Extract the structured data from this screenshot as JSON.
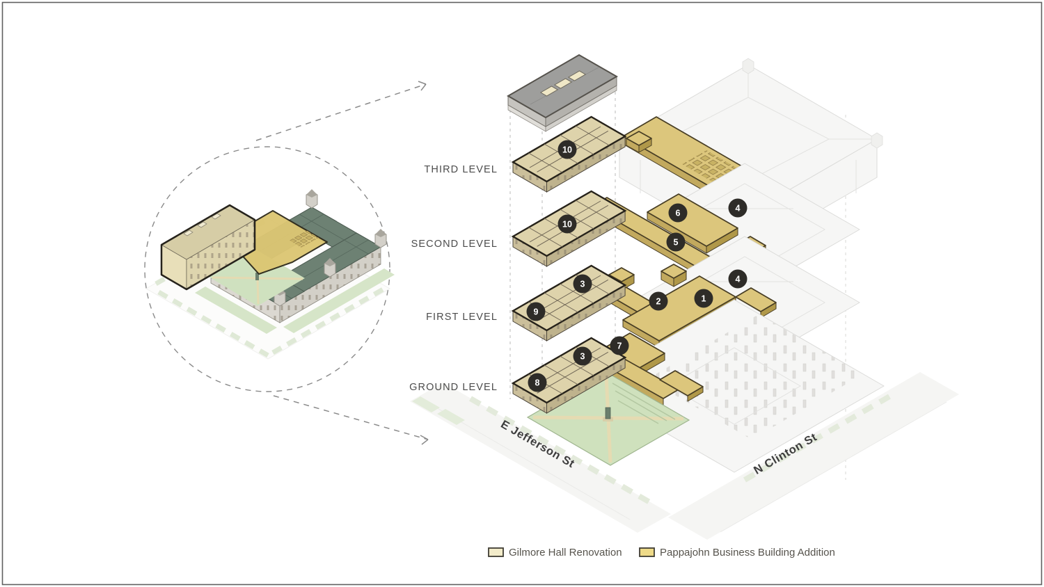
{
  "figure": {
    "kind": "exploded-axonometric-architecture-diagram",
    "subject": "Gilmore Hall Renovation and Pappajohn Business Building Addition"
  },
  "levels": [
    {
      "id": "third",
      "label": "THIRD LEVEL"
    },
    {
      "id": "second",
      "label": "SECOND LEVEL"
    },
    {
      "id": "first",
      "label": "FIRST LEVEL"
    },
    {
      "id": "ground",
      "label": "GROUND LEVEL"
    }
  ],
  "markers": [
    {
      "number": "10",
      "level": "third"
    },
    {
      "number": "10",
      "level": "second"
    },
    {
      "number": "6",
      "level": "second"
    },
    {
      "number": "5",
      "level": "second"
    },
    {
      "number": "4",
      "level": "second"
    },
    {
      "number": "3",
      "level": "first"
    },
    {
      "number": "9",
      "level": "first"
    },
    {
      "number": "2",
      "level": "first"
    },
    {
      "number": "1",
      "level": "first"
    },
    {
      "number": "4",
      "level": "first"
    },
    {
      "number": "3",
      "level": "ground"
    },
    {
      "number": "8",
      "level": "ground"
    },
    {
      "number": "7",
      "level": "ground"
    }
  ],
  "streets": {
    "jefferson": "E Jefferson St",
    "clinton": "N Clinton St"
  },
  "legend": [
    {
      "label": "Gilmore Hall Renovation",
      "color": "#f3ecca"
    },
    {
      "label": "Pappajohn Business Building Addition",
      "color": "#eeda88"
    }
  ],
  "colors": {
    "addition_yellow": "#dcc67c",
    "gilmore_cream": "#ded3ab",
    "roof_gray": "#9e9e9c",
    "overview_roof_green": "#6d8173",
    "ghost_gray": "#f6f6f5",
    "lawn_green": "#cfe1bd",
    "marker_dark": "#2e2c28"
  }
}
